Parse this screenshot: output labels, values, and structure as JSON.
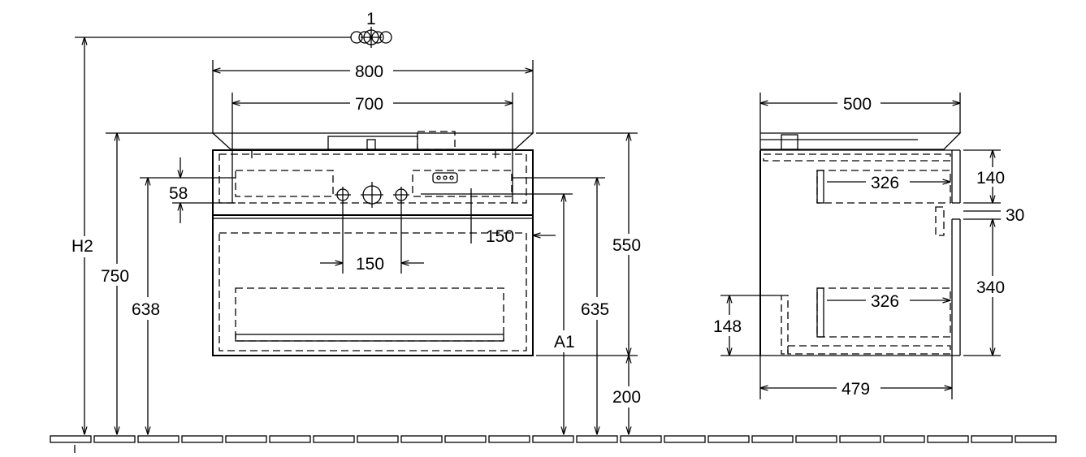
{
  "callout": "1",
  "front": {
    "width": "800",
    "inner_width": "700",
    "total_height": "750",
    "height_638": "638",
    "siphon_offset": "58",
    "h2": "H2",
    "tap_spacing": "150",
    "socket_offset": "150",
    "cabinet_height": "550",
    "height_635": "635",
    "a1": "A1",
    "floor_gap": "200"
  },
  "side": {
    "depth": "500",
    "drawer_depth_top": "326",
    "drawer_depth_bottom": "326",
    "top_drawer_height": "140",
    "gap": "30",
    "bottom_drawer_height": "340",
    "height_148": "148",
    "body_depth": "479"
  }
}
